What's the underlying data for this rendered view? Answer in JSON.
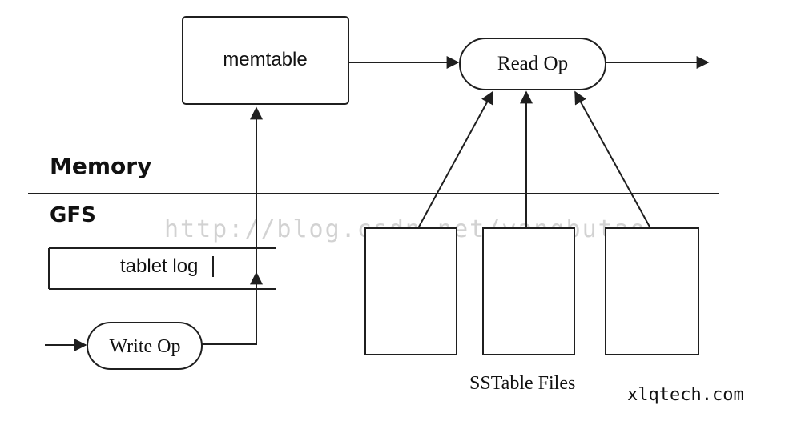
{
  "diagram": {
    "memtable_label": "memtable",
    "read_op_label": "Read Op",
    "memory_label": "Memory",
    "gfs_label": "GFS",
    "tablet_log_label": "tablet log",
    "write_op_label": "Write Op",
    "sstable_files_label": "SSTable Files"
  },
  "watermark": {
    "text": "http://blog.csdn.net/yangbutao"
  },
  "brand": {
    "text": "xlqtech.com"
  },
  "colors": {
    "stroke": "#1f1f1f",
    "text": "#111111",
    "watermark": "#d2d2d2"
  }
}
